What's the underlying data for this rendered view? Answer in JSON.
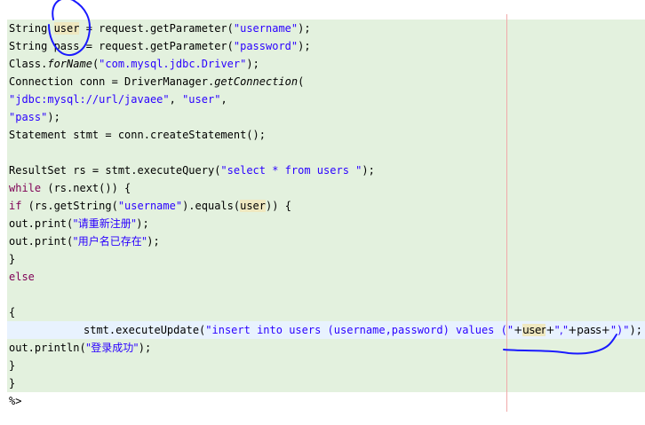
{
  "code": {
    "l1": {
      "a": "String ",
      "b": "user",
      "c": " = request.getParameter(",
      "d": "\"username\"",
      "e": ");"
    },
    "l2": {
      "a": "String ",
      "b": "pass",
      "c": " = request.getParameter(",
      "d": "\"password\"",
      "e": ");"
    },
    "l3": {
      "a": "Class.",
      "b": "forName",
      "c": "(",
      "d": "\"com.mysql.jdbc.Driver\"",
      "e": ");"
    },
    "l4": {
      "a": "Connection conn = DriverManager.",
      "b": "getConnection",
      "c": "("
    },
    "l5": {
      "a": "\"jdbc:mysql://url/javaee\"",
      "b": ", ",
      "c": "\"user\"",
      "d": ","
    },
    "l6": {
      "a": "\"pass\"",
      "b": ");"
    },
    "l7": {
      "a": "Statement stmt = conn.createStatement();"
    },
    "l9": {
      "a": "ResultSet rs = stmt.executeQuery(",
      "b": "\"select * from users \"",
      "c": ");"
    },
    "l10": {
      "a": "while",
      "b": " (rs.next()) {"
    },
    "l11": {
      "a": "if",
      "b": " (rs.getString(",
      "c": "\"username\"",
      "d": ").equals(",
      "e": "user",
      "f": ")) {"
    },
    "l12": {
      "a": "out.print(",
      "b": "\"请重新注册\"",
      "c": ");"
    },
    "l13": {
      "a": "out.print(",
      "b": "\"用户名已存在\"",
      "c": ");"
    },
    "l14": {
      "a": "}"
    },
    "l15": {
      "a": "else"
    },
    "l17": {
      "a": "{"
    },
    "l18": {
      "a": "stmt.executeUpdate(",
      "b": "\"insert into users (username,password) values (\"",
      "c": "+",
      "d": "user",
      "e": "+",
      "f": "\",\"",
      "g": "+pass+",
      "h": "\")\"",
      "i": ");"
    },
    "l19": {
      "a": "out.println(",
      "b": "\"登录成功\"",
      "c": ");"
    },
    "l20": {
      "a": "}"
    },
    "l21": {
      "a": "}"
    },
    "l22": {
      "a": "%>"
    }
  },
  "colors": {
    "background": "#e3f1de",
    "current_line": "#e8f2fe",
    "string": "#2a00ff",
    "keyword": "#7f0055",
    "occurrence_highlight": "#efe8c0",
    "print_margin": "#f0aaaa",
    "annotation_ink": "#1a1aff"
  }
}
